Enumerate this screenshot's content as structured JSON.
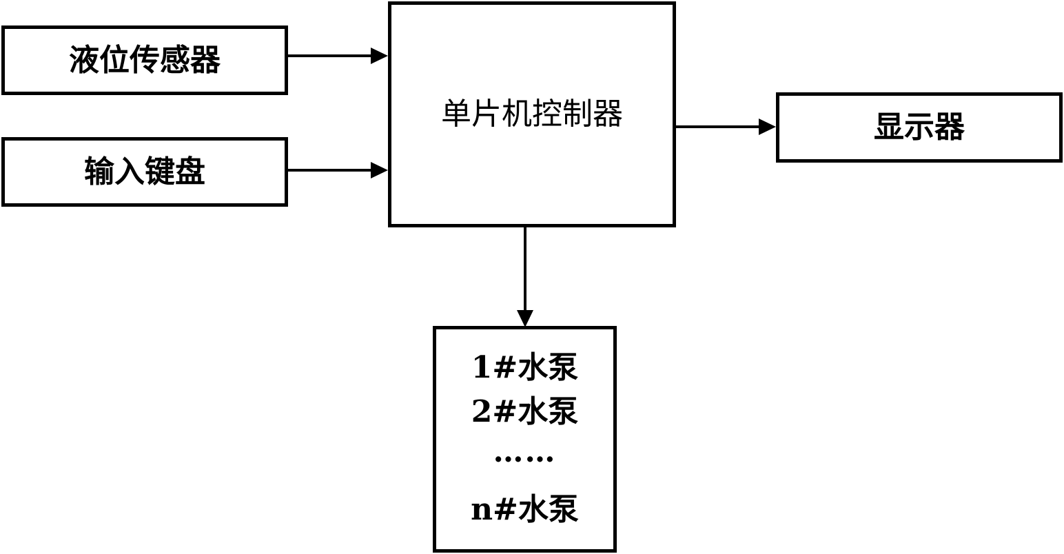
{
  "diagram": {
    "blocks": {
      "level_sensor": "液位传感器",
      "keypad": "输入键盘",
      "mcu_controller": "单片机控制器",
      "display": "显示器",
      "pumps": [
        "1#水泵",
        "2#水泵",
        "……",
        "n#水泵"
      ]
    },
    "connections": [
      {
        "from": "level_sensor",
        "to": "mcu_controller"
      },
      {
        "from": "keypad",
        "to": "mcu_controller"
      },
      {
        "from": "mcu_controller",
        "to": "display"
      },
      {
        "from": "mcu_controller",
        "to": "pumps"
      }
    ]
  }
}
